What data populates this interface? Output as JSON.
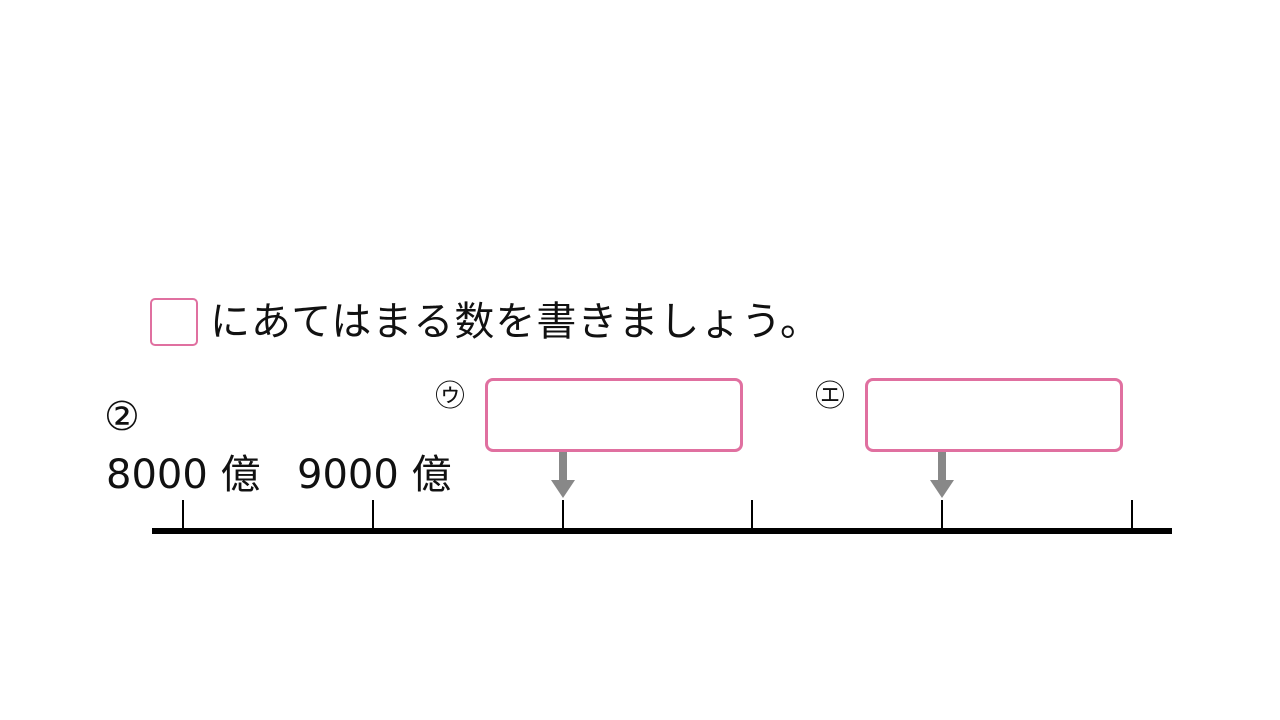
{
  "instruction": {
    "text": "にあてはまる数を書きましょう。"
  },
  "problem": {
    "number": "②",
    "number_line": {
      "labels": [
        "8000 億",
        "9000 億"
      ],
      "tick_count": 6,
      "markers": [
        {
          "symbol": "ウ",
          "circled_label": "㋒"
        },
        {
          "symbol": "エ",
          "circled_label": "㋓"
        }
      ]
    }
  },
  "colors": {
    "answer_box_border": "#e070a0",
    "arrow": "#888888",
    "line": "#000000"
  }
}
